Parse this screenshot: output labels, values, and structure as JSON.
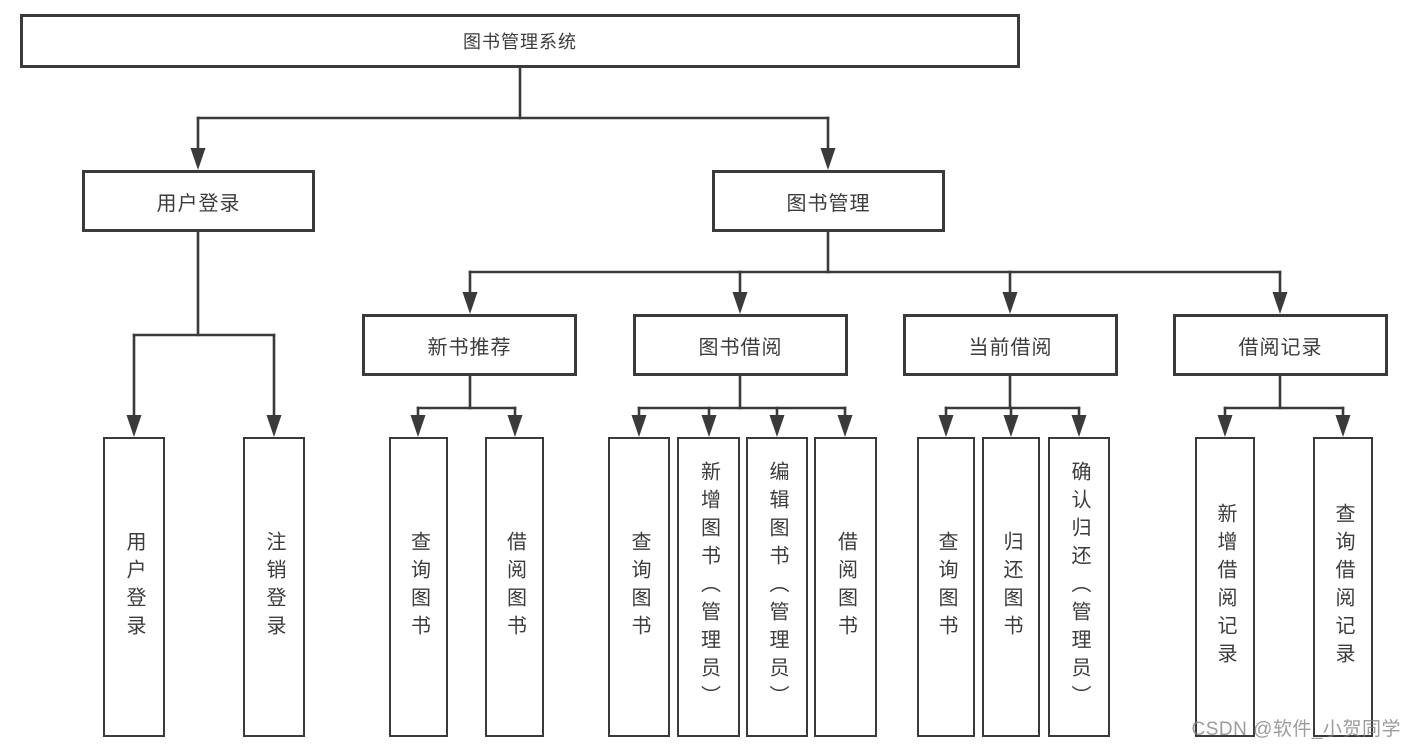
{
  "diagram": {
    "root": {
      "label": "图书管理系统"
    },
    "level2": [
      {
        "label": "用户登录"
      },
      {
        "label": "图书管理"
      }
    ],
    "level3": [
      {
        "label": "新书推荐"
      },
      {
        "label": "图书借阅"
      },
      {
        "label": "当前借阅"
      },
      {
        "label": "借阅记录"
      }
    ],
    "leaf_groups": [
      {
        "parent": "用户登录",
        "items": [
          "用户登录",
          "注销登录"
        ]
      },
      {
        "parent": "新书推荐",
        "items": [
          "查询图书",
          "借阅图书"
        ]
      },
      {
        "parent": "图书借阅",
        "items": [
          "查询图书",
          "新增图书（管理员）",
          "编辑图书（管理员）",
          "借阅图书"
        ]
      },
      {
        "parent": "当前借阅",
        "items": [
          "查询图书",
          "归还图书",
          "确认归还（管理员）"
        ]
      },
      {
        "parent": "借阅记录",
        "items": [
          "新增借阅记录",
          "查询借阅记录"
        ]
      }
    ],
    "colors": {
      "line": "#3a3a3a",
      "text": "#3c3c3c",
      "background": "#ffffff",
      "watermark": "#808080"
    }
  },
  "watermark": {
    "text": "CSDN @软件_小贺同学"
  }
}
